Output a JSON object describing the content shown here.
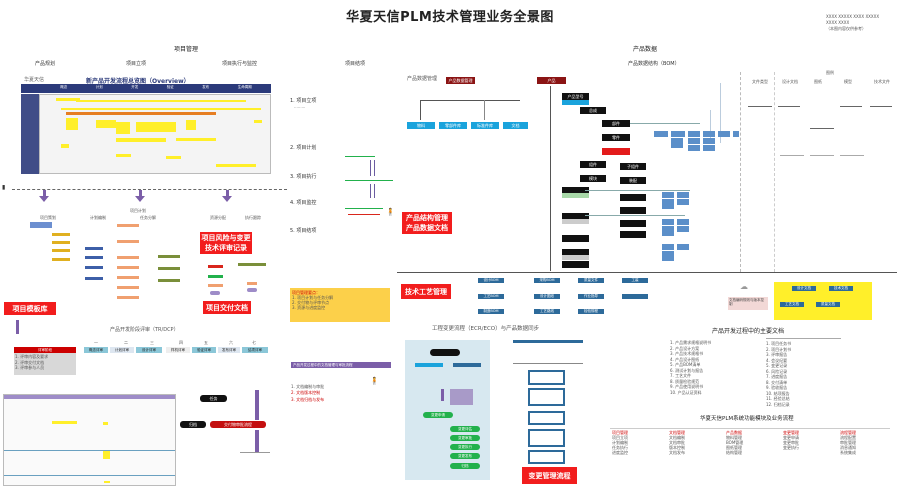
{
  "title": "华夏天信PLM技术管理业务全景图",
  "topright_note": [
    "XXXX XXXXX XXXX XXXXX",
    "XXXX XXXX",
    "（本图内容仅供参考）"
  ],
  "left": {
    "section_title": "项目管理",
    "columns": [
      "产品规划",
      "项目立项",
      "项目执行与监控",
      "项目结项"
    ],
    "matrix": {
      "title": "新产品开发流程总览图（Overview）",
      "logo": "华夏天信",
      "phase_labels": [
        "概念",
        "计划",
        "开发",
        "验证",
        "发布",
        "生命周期"
      ]
    },
    "process_heading": "项目计划",
    "process_columns": [
      "项目策划",
      "计划编制",
      "任务分解",
      "资源分配",
      "执行跟踪"
    ],
    "red_labels": {
      "template": "项目模板库",
      "risk": "项目风险与变更\n技术评审记录",
      "deliverable": "项目交付文档"
    },
    "phase_table": {
      "title": "产品开发阶段评审（TR/DCP）",
      "head": "评审阶段",
      "phases": [
        "一",
        "二",
        "三",
        "四",
        "五",
        "六",
        "七"
      ],
      "phase_names": [
        "概念评审",
        "计划评审",
        "设计评审",
        "样机评审",
        "验证评审",
        "发布评审",
        "结项评审"
      ],
      "rows": [
        "1. 评审内容及要求",
        "2. 评审交付文档",
        "3. 评审参与人员"
      ]
    },
    "notes_panel": {
      "items": [
        "1. 项目立项",
        "2. 项目计划",
        "3. 项目执行",
        "4. 项目监控",
        "5. 项目结项"
      ],
      "yellow_box_title": "项目管理要点：",
      "yellow_box_lines": [
        "1. 项目计划与任务分解",
        "2. 交付物与评审节点",
        "3. 资源与进度监控"
      ]
    },
    "bottom_notes": {
      "bar": "产品开发过程中的文档管理与审批流程",
      "lines": [
        "1. 文档编制与审批",
        "2. 文档版本控制",
        "3. 文档归档与发布"
      ]
    },
    "flow_labels": [
      "任务",
      "交付物审批流程",
      "归档"
    ]
  },
  "right": {
    "section_title": "产品数据",
    "subtitle": "产品数据结构（BOM）",
    "legend_title": "图例",
    "legend_cols": [
      "文件类型",
      "设计文档",
      "图纸",
      "模型",
      "技术文件"
    ],
    "org_label": "产品数据管理",
    "top_boxes": [
      "产品数据管理",
      "产品"
    ],
    "cyan_boxes": [
      "物料",
      "零部件库",
      "标准件库",
      "文档"
    ],
    "red_labels": {
      "structure": "产品结构管理\n产品数据文档",
      "tech": "技术工艺管理",
      "change": "变更管理流程"
    },
    "bom_nodes": [
      "产品型号",
      "总成",
      "部件",
      "零件",
      "组件",
      "子组件",
      "模块",
      "装配"
    ],
    "teal_boxes": [
      "设计BOM",
      "工艺BOM",
      "制造BOM",
      "采购BOM",
      "设计图纸",
      "工艺路线",
      "质量文件",
      "作业指导",
      "检验规程",
      "工装"
    ],
    "yellow_panel": [
      "设计文档",
      "技术文档",
      "工艺文档",
      "质量文档"
    ],
    "pink_note": "文档编码规则与版本控制",
    "change_panel": {
      "title": "工程变更流程（ECR/ECO）与产品数据同步",
      "steps": [
        "变更申请",
        "变更评估",
        "变更审批",
        "变更执行",
        "变更发布",
        "归档"
      ]
    },
    "requirements_title": "产品开发过程中的主要文档",
    "requirements_left": [
      "1. 产品需求规格说明书",
      "2. 产品设计方案",
      "3. 产品技术规格书",
      "4. 产品设计图纸",
      "5. 产品BOM清单",
      "6. 测试计划与报告",
      "7. 工艺文件",
      "8. 质量检验规范",
      "9. 产品使用说明书",
      "10. 产品认证资料"
    ],
    "requirements_right": [
      "1. 项目任务书",
      "2. 项目计划书",
      "3. 评审报告",
      "4. 会议纪要",
      "5. 变更记录",
      "6. 风险记录",
      "7. 进度报告",
      "8. 交付清单",
      "9. 验收报告",
      "10. 结项报告",
      "11. 经验总结",
      "12. 归档记录"
    ],
    "footer_title": "华夏天信PLM系统功能模块及业务流程",
    "footer_cols": [
      {
        "head": "项目管理",
        "lines": [
          "项目立项",
          "计划编制",
          "任务执行",
          "进度监控"
        ]
      },
      {
        "head": "文档管理",
        "lines": [
          "文档编制",
          "文档审批",
          "版本控制",
          "文档发布"
        ]
      },
      {
        "head": "产品数据",
        "lines": [
          "物料管理",
          "BOM管理",
          "图纸管理",
          "结构管理"
        ]
      },
      {
        "head": "变更管理",
        "lines": [
          "变更申请",
          "变更审批",
          "变更执行"
        ]
      },
      {
        "head": "流程管理",
        "lines": [
          "流程配置",
          "审批管理",
          "消息通知",
          "系统集成"
        ]
      }
    ]
  },
  "colors": {
    "red": "#f21d1d",
    "navy": "#2b3a7a",
    "yellow": "#ffef2a",
    "purple": "#7b5ea8",
    "cyan": "#1aa3dc",
    "dark_red": "#8b1414",
    "green": "#22b14c"
  }
}
